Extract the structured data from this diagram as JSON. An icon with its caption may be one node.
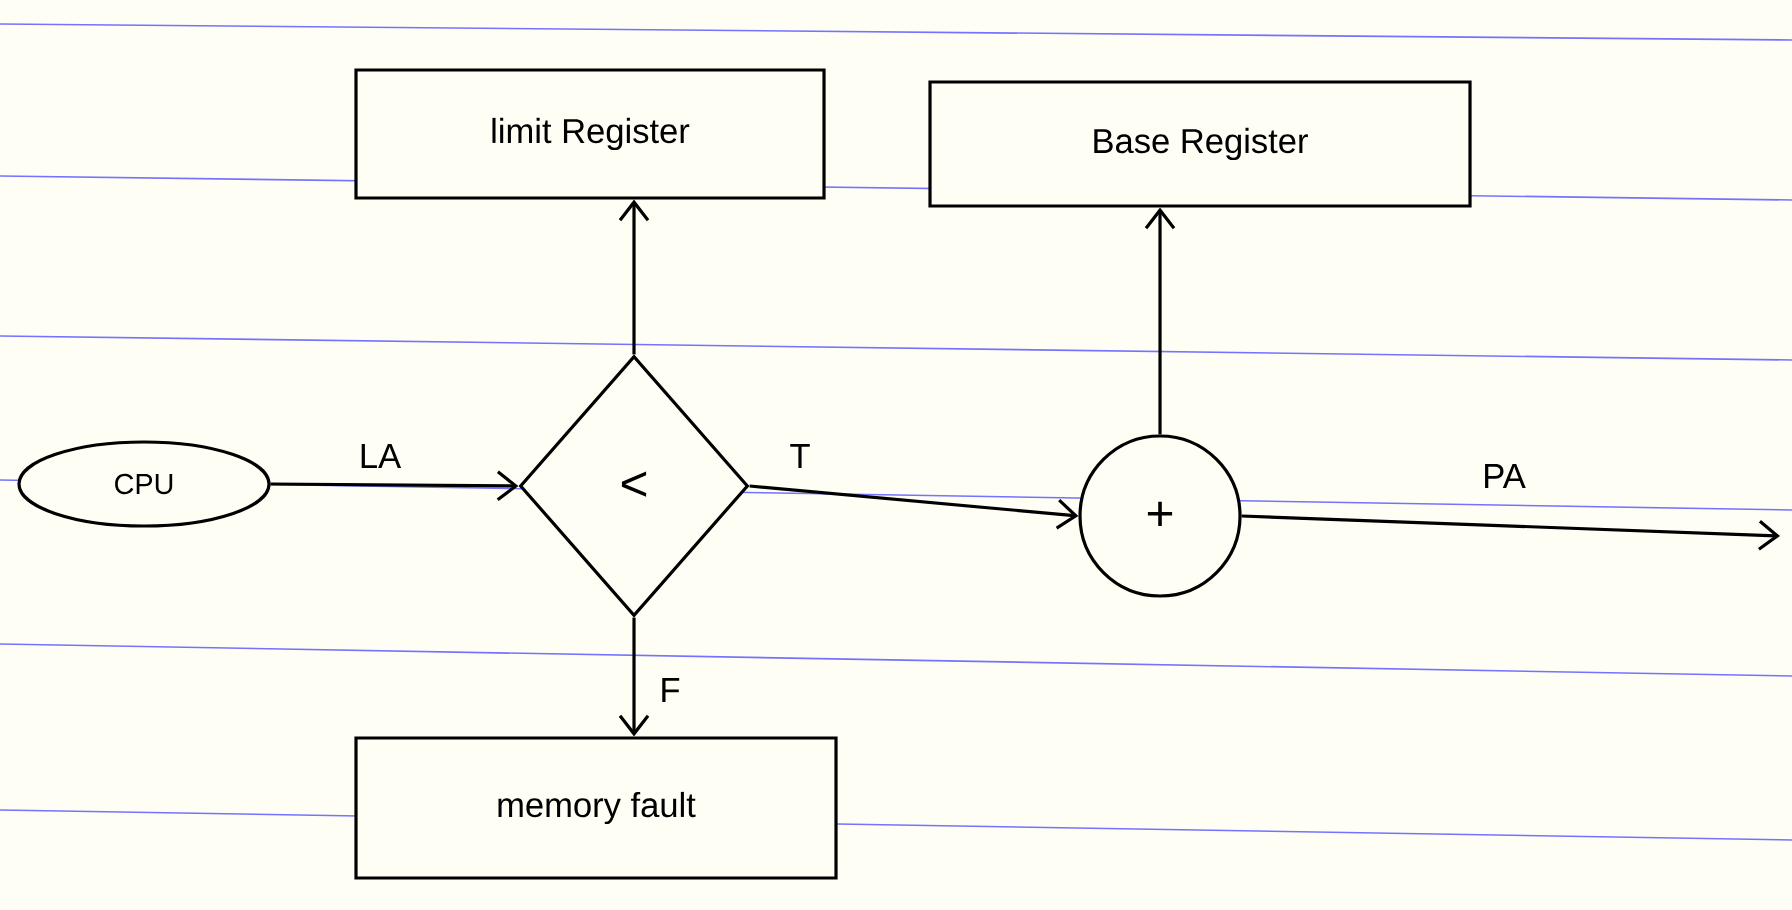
{
  "diagram": {
    "nodes": [
      {
        "text": [
          "CPU"
        ]
      },
      {
        "text": [
          "limit Register"
        ]
      },
      {
        "text": [
          "Base Register"
        ]
      },
      {
        "text": [
          "<"
        ]
      },
      {
        "text": [
          "+"
        ]
      },
      {
        "text": [
          "memory fault"
        ]
      }
    ],
    "edges": [
      {
        "from": 0,
        "to": 3,
        "arrow": "to",
        "label": "LA"
      },
      {
        "from": 3,
        "to": 1,
        "arrow": "to"
      },
      {
        "from": 3,
        "to": 4,
        "arrow": "to",
        "label": "T"
      },
      {
        "from": 4,
        "to": 2,
        "arrow": "to"
      },
      {
        "from": 3,
        "to": 5,
        "arrow": "to",
        "label": "F"
      },
      {
        "from": 4,
        "to": null,
        "arrow": "to",
        "label": "PA"
      }
    ]
  }
}
